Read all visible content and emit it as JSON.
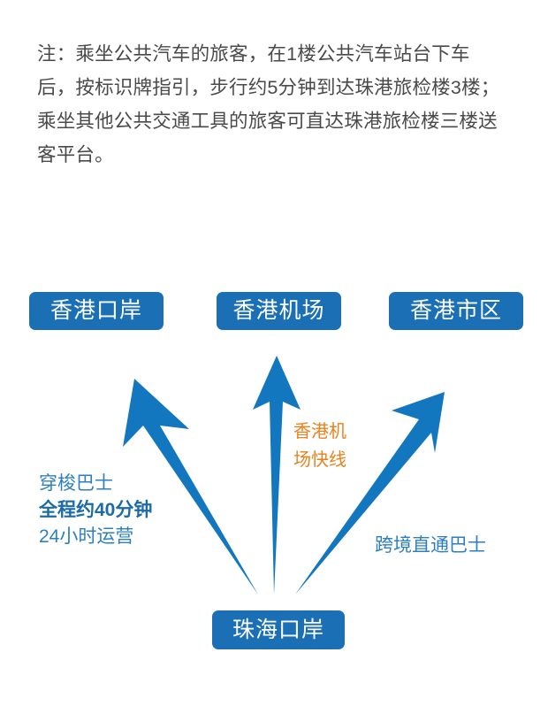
{
  "note": {
    "text": "注：乘坐公共汽车的旅客，在1楼公共汽车站台下车后，按标识牌指引，步行约5分钟到达珠港旅检楼3楼；乘坐其他公共交通工具的旅客可直达珠港旅检楼三楼送客平台。"
  },
  "diagram": {
    "nodes": {
      "hk_port": "香港口岸",
      "hk_airport": "香港机场",
      "hk_city": "香港市区",
      "zh_port": "珠海口岸"
    },
    "routes": {
      "shuttle_bus": {
        "name": "穿梭巴士",
        "duration": "全程约40分钟",
        "service_hours": "24小时运营"
      },
      "airport_express": {
        "line1": "香港机",
        "line2": "场快线"
      },
      "cross_border_bus": {
        "name": "跨境直通巴士"
      }
    },
    "colors": {
      "box_blue": "#1a6fb5",
      "arrow_blue": "#1277bf",
      "label_blue": "#2e7fc0",
      "label_blue_strong": "#1a6ba8",
      "label_orange": "#e8821e",
      "note_gray": "#4a4a4a"
    }
  }
}
